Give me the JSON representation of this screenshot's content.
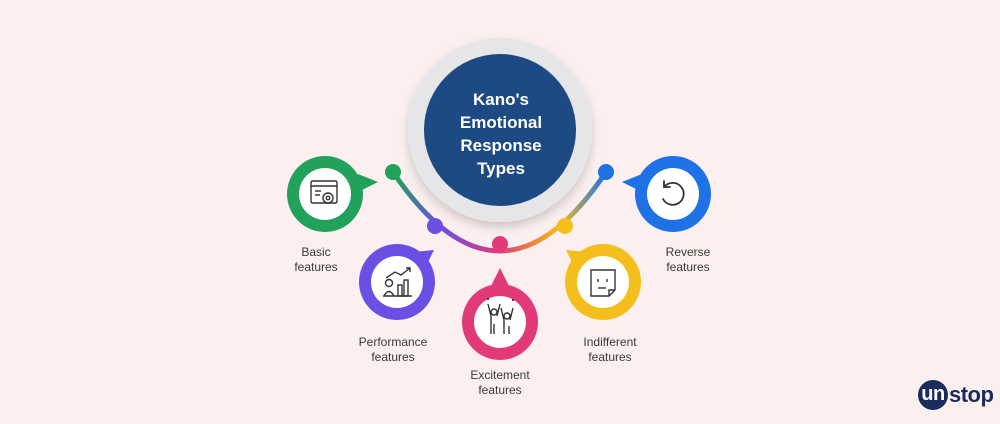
{
  "center": {
    "title_lines": [
      "Kano's",
      "Emotional",
      "Response",
      "Types"
    ],
    "color": "#1e4a83",
    "ring_color": "#e4e4e6"
  },
  "nodes": [
    {
      "key": "basic",
      "label_lines": [
        "Basic",
        "features"
      ],
      "color": "#21a15a",
      "icon": "settings-window-icon"
    },
    {
      "key": "performance",
      "label_lines": [
        "Performance",
        "features"
      ],
      "color": "#6b4ee3",
      "icon": "growth-chart-icon"
    },
    {
      "key": "excitement",
      "label_lines": [
        "Excitement",
        "features"
      ],
      "color": "#e23a78",
      "icon": "celebrating-people-icon"
    },
    {
      "key": "indifferent",
      "label_lines": [
        "Indifferent",
        "features"
      ],
      "color": "#f4be1c",
      "icon": "neutral-face-note-icon"
    },
    {
      "key": "reverse",
      "label_lines": [
        "Reverse",
        "features"
      ],
      "color": "#1e72e6",
      "icon": "undo-arrow-icon"
    }
  ],
  "brand": {
    "prefix": "un",
    "rest": "stop"
  }
}
